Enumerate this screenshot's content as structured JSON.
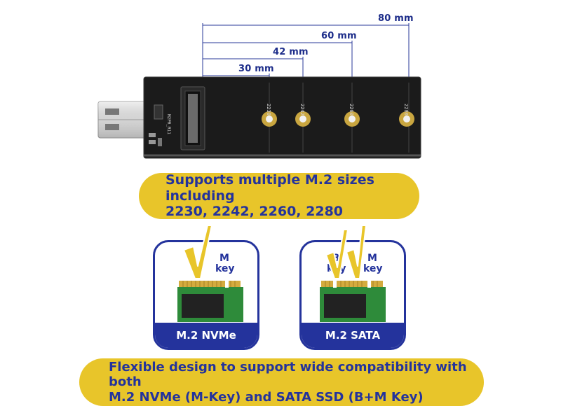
{
  "dimensions": {
    "d30": "30 mm",
    "d42": "42 mm",
    "d60": "60 mm",
    "d80": "80 mm"
  },
  "board": {
    "silk_2230": "2230",
    "silk_2242": "2242",
    "silk_2260": "2260",
    "silk_2280": "2280",
    "silk_model": "M2PR_R11"
  },
  "banner_top": {
    "line1": "Supports multiple M.2 sizes including",
    "line2": "2230, 2242, 2260, 2280"
  },
  "cards": {
    "nvme": {
      "footer": "M.2 NVMe",
      "m_label_1": "M",
      "m_label_2": "key"
    },
    "sata": {
      "footer": "M.2 SATA",
      "b_label_1": "B",
      "b_label_2": "key",
      "m_label_1": "M",
      "m_label_2": "key"
    }
  },
  "banner_bottom": {
    "line1": "Flexible design to support wide compatibility with both",
    "line2": "M.2 NVMe (M-Key) and SATA SSD (B+M Key)"
  },
  "colors": {
    "navy": "#24339c",
    "yellow": "#e8c52a",
    "pcb": "#1b1b1b",
    "pcb_green": "#2e8b3a",
    "gold": "#c9a640"
  }
}
